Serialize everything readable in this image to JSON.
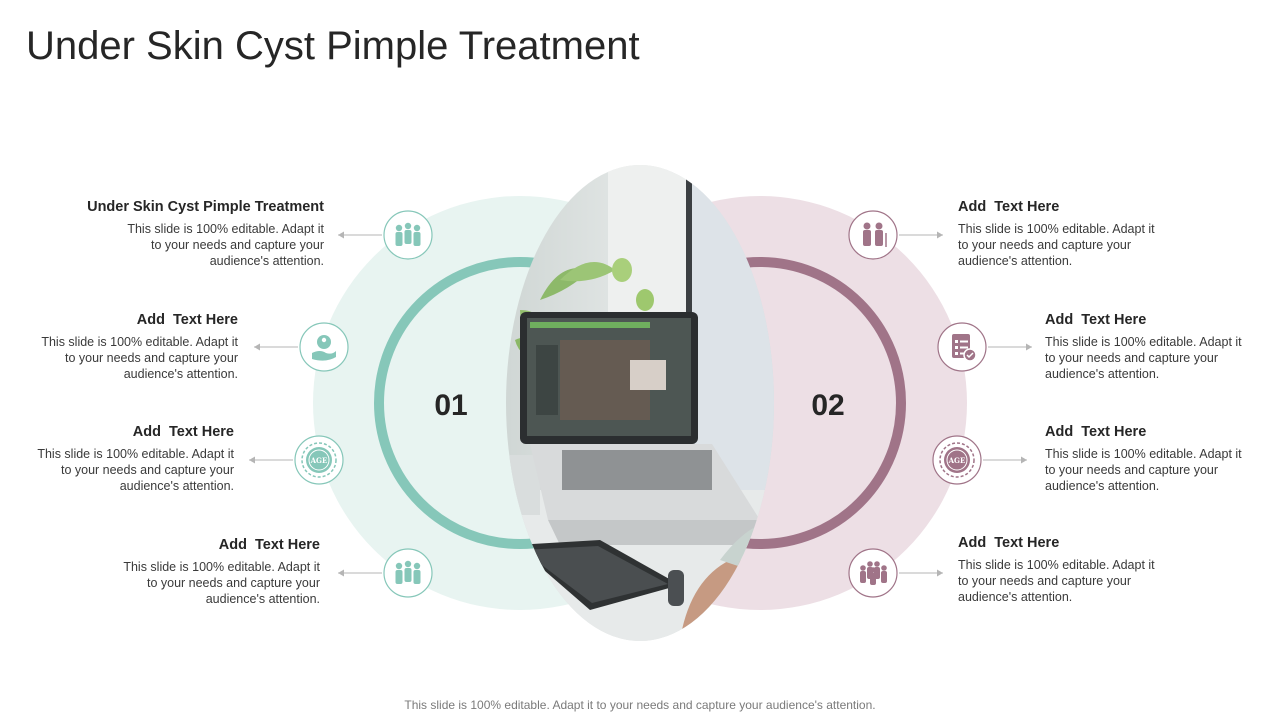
{
  "title": "Under Skin Cyst Pimple Treatment",
  "colors": {
    "left_accent": "#86c7b9",
    "left_bg": "#e8f4f1",
    "right_accent": "#a07488",
    "right_bg": "#eddfe5"
  },
  "numbers": {
    "left": "01",
    "right": "02"
  },
  "left_items": [
    {
      "heading": "Under Skin Cyst Pimple Treatment",
      "body": "This slide is 100% editable. Adapt it to your needs and capture your audience's attention.",
      "icon": "family-group-icon"
    },
    {
      "heading": "Add  Text Here",
      "body": "This slide is 100% editable. Adapt it to your needs and capture your audience's attention.",
      "icon": "hand-care-people-icon"
    },
    {
      "heading": "Add  Text Here",
      "body": "This slide is 100% editable. Adapt it to your needs and capture your audience's attention.",
      "icon": "age-badge-icon"
    },
    {
      "heading": "Add  Text Here",
      "body": "This slide is 100% editable. Adapt it to your needs and capture your audience's attention.",
      "icon": "people-group-icon"
    }
  ],
  "right_items": [
    {
      "heading": "Add  Text Here",
      "body": "This slide is 100% editable. Adapt it to your needs and capture your audience's attention.",
      "icon": "elderly-couple-icon"
    },
    {
      "heading": "Add  Text Here",
      "body": "This slide is 100% editable. Adapt it to your needs and capture your audience's attention.",
      "icon": "checklist-icon"
    },
    {
      "heading": "Add  Text Here",
      "body": "This slide is 100% editable. Adapt it to your needs and capture your audience's attention.",
      "icon": "age-badge-icon"
    },
    {
      "heading": "Add  Text Here",
      "body": "This slide is 100% editable. Adapt it to your needs and capture your audience's attention.",
      "icon": "crowd-icon"
    }
  ],
  "icons": {
    "age_label": "AGE"
  },
  "footer": "This slide is 100% editable. Adapt it to your needs and capture your audience's attention."
}
